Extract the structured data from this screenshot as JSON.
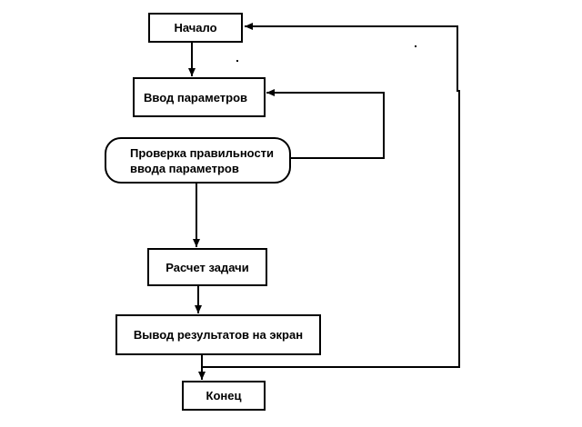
{
  "flowchart": {
    "start": "Начало",
    "input_params": "Ввод параметров",
    "check_line1": "Проверка правильности",
    "check_line2": "ввода параметров",
    "compute": "Расчет задачи",
    "output": "Вывод результатов на экран",
    "end": "Конец"
  }
}
